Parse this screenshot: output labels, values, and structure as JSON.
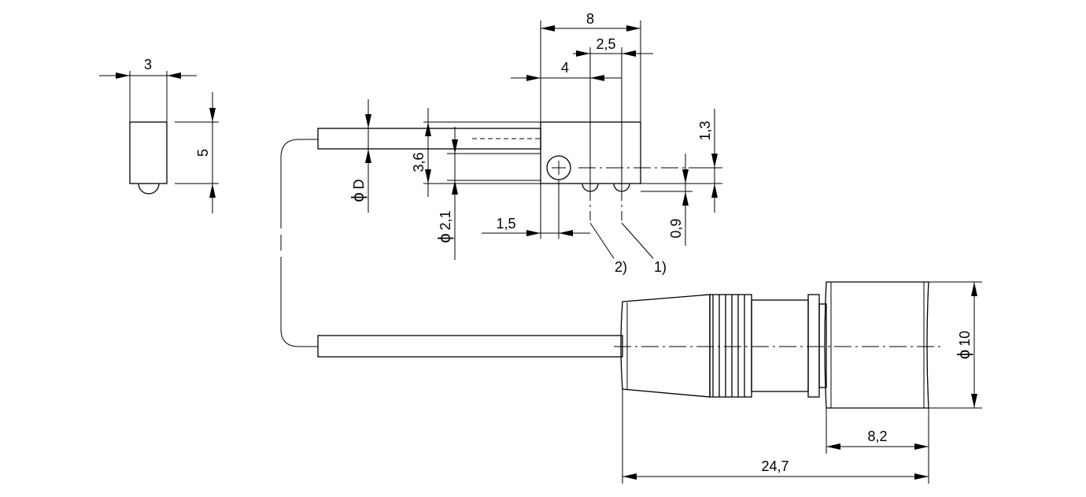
{
  "dimensions": {
    "side_width": "3",
    "side_height": "5",
    "total_width": "8",
    "led_spacing": "2,5",
    "led_offset": "4",
    "cable_diameter": "D",
    "height_3_6": "3,6",
    "hole_diameter": "2,1",
    "hole_offset": "1,5",
    "led_top": "1,3",
    "led_radius": "0,9",
    "connector_diameter": "10",
    "connector_head": "8,2",
    "connector_length": "24,7"
  },
  "callouts": {
    "led_1": "1)",
    "led_2": "2)"
  },
  "symbols": {
    "diameter": "ϕ"
  }
}
